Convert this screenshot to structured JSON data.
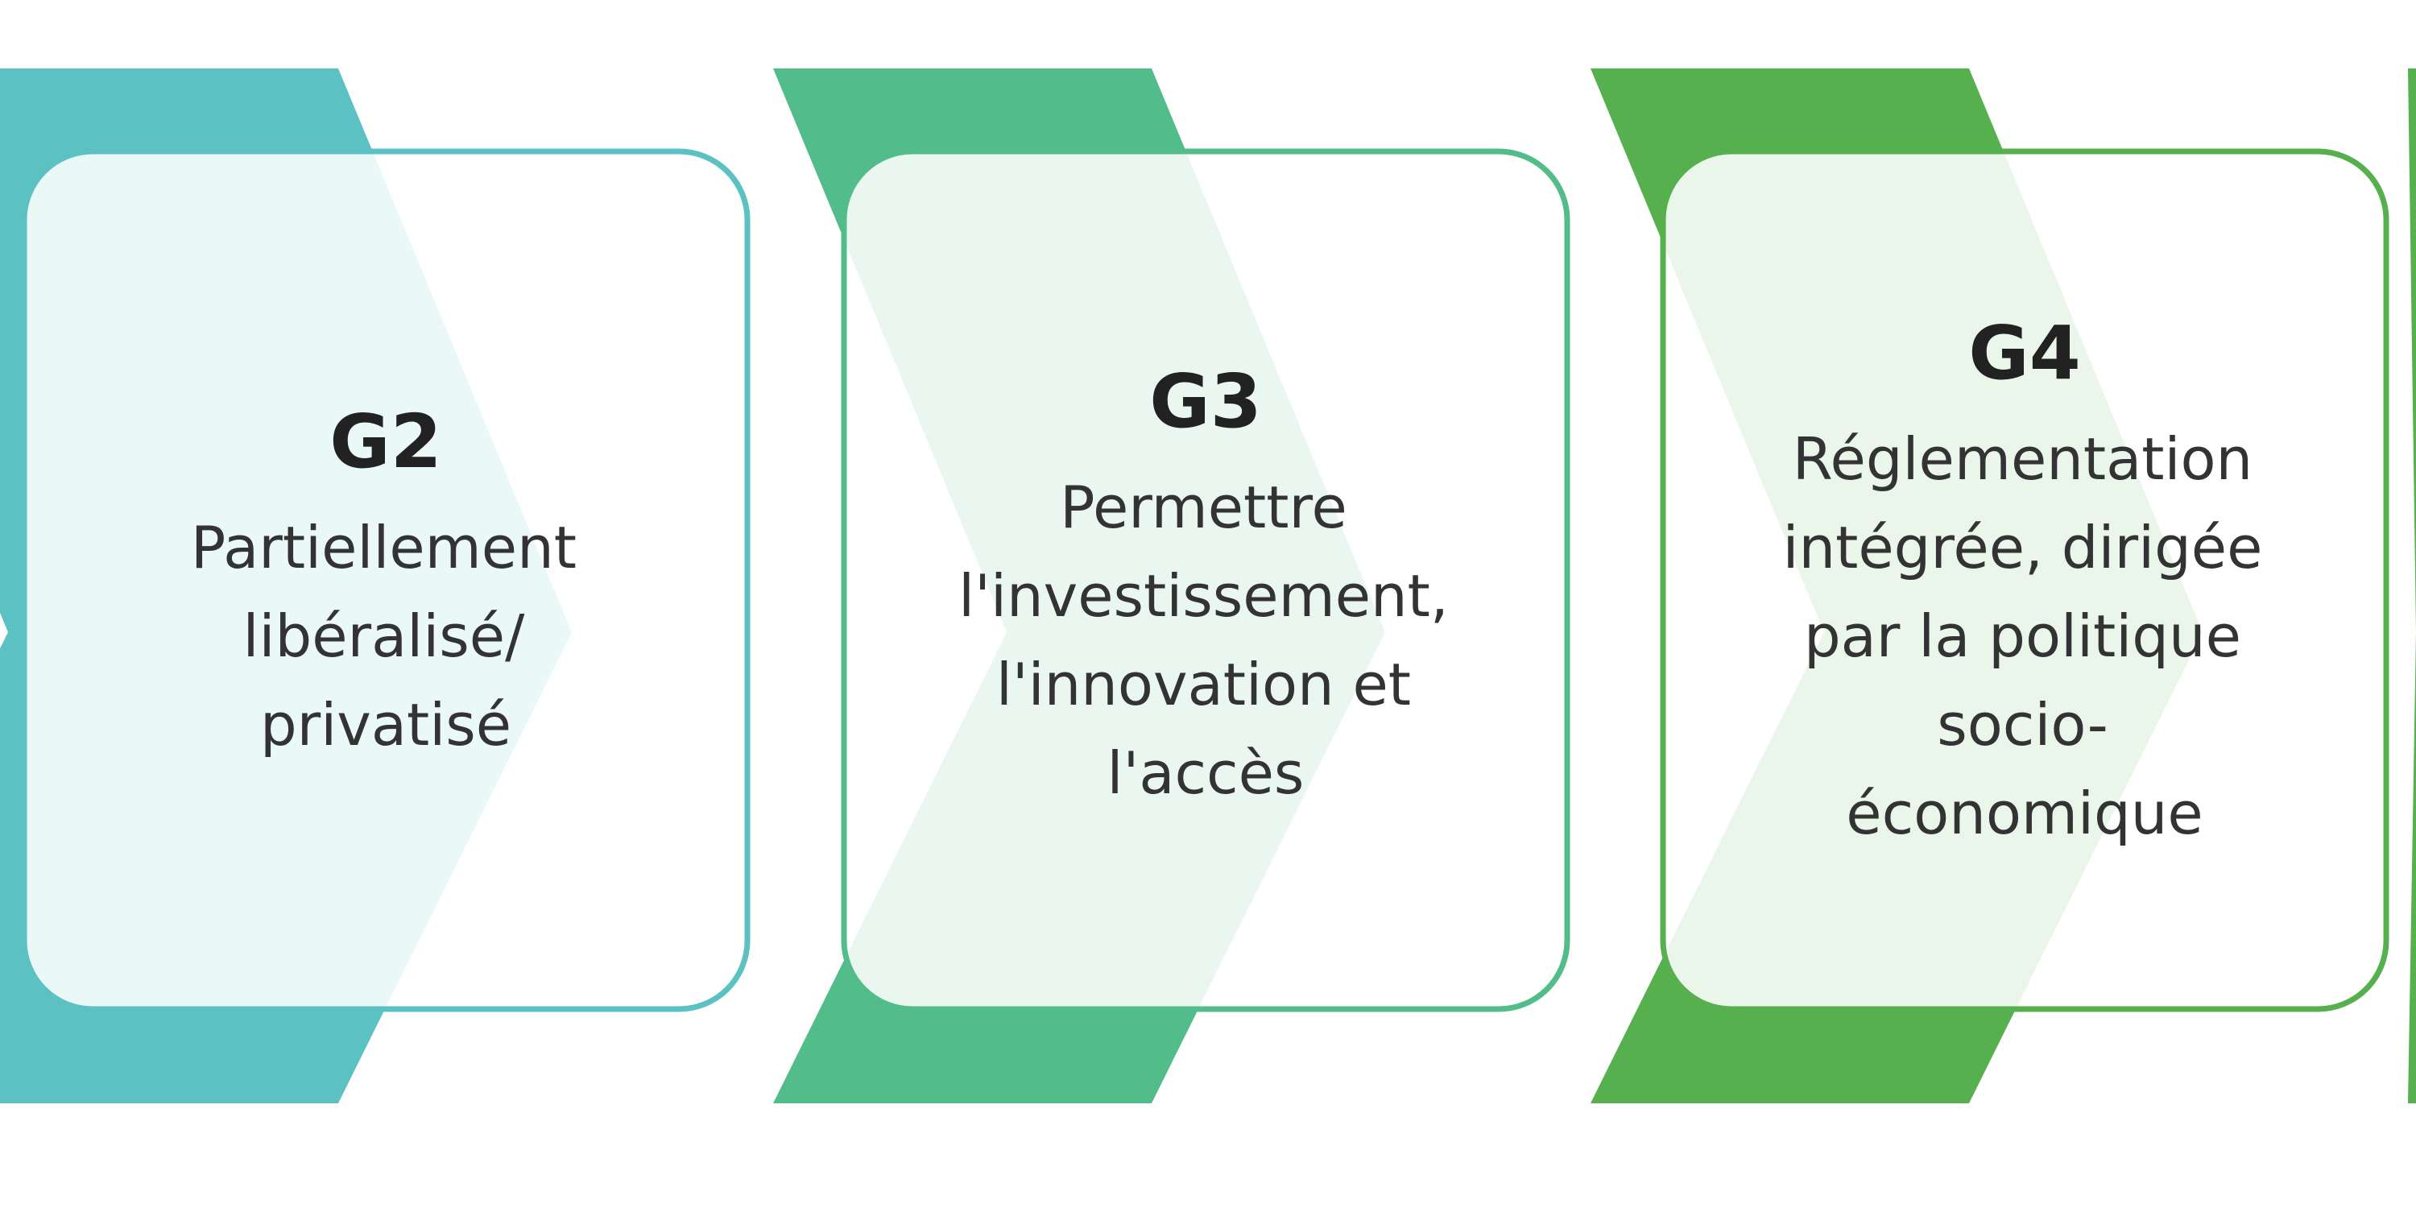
{
  "colors": {
    "teal": "#5bc1c3",
    "mint": "#52bd8a",
    "green": "#55b04d",
    "card_fill": "#f3f9f4",
    "text_dark": "#222222",
    "text_body": "#333333"
  },
  "steps": [
    {
      "title": "G2",
      "lines": [
        "Partiellement",
        "libéralisé/",
        "privatisé"
      ],
      "color_key": "teal"
    },
    {
      "title": "G3",
      "lines": [
        "Permettre",
        "l'investissement,",
        "l'innovation et",
        "l'accès"
      ],
      "color_key": "mint"
    },
    {
      "title": "G4",
      "lines": [
        "Réglementation",
        "intégrée, dirigée",
        "par la politique",
        "socio-",
        "économique"
      ],
      "color_key": "green"
    }
  ]
}
